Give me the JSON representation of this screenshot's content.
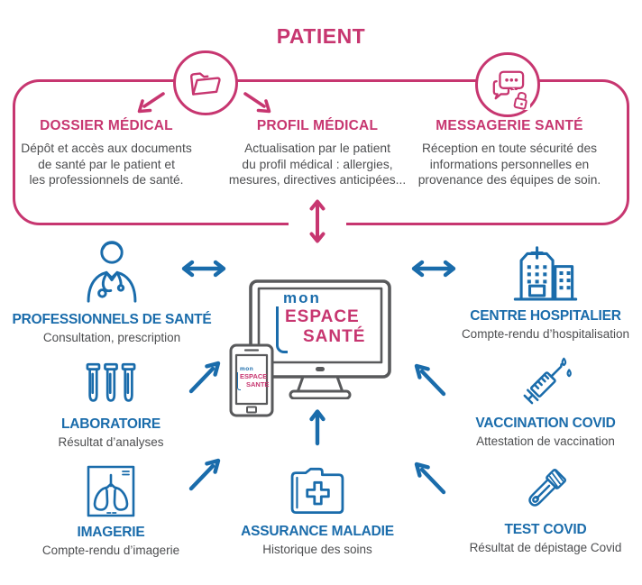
{
  "title": "PATIENT",
  "colors": {
    "pink": "#c73670",
    "blue": "#1a6cab",
    "text_gray": "#4d4e50",
    "device_gray": "#58595b"
  },
  "patient_box": {
    "icons": [
      {
        "name": "open-folder-icon",
        "color": "pink"
      },
      {
        "name": "chat-messages-lock-icon",
        "color": "pink"
      }
    ],
    "columns": [
      {
        "title": "DOSSIER MÉDICAL",
        "lines": [
          "Dépôt et accès aux documents",
          "de santé par le patient et",
          "les professionnels de santé."
        ]
      },
      {
        "title": "PROFIL MÉDICAL",
        "lines": [
          "Actualisation par le patient",
          "du profil médical : allergies,",
          "mesures, directives anticipées..."
        ]
      },
      {
        "title": "MESSAGERIE SANTÉ",
        "lines": [
          "Réception en toute sécurité des",
          "informations personnelles en",
          "provenance des équipes de soin."
        ]
      }
    ]
  },
  "center": {
    "name": "mon-espace-sante-platform",
    "devices": [
      "desktop-monitor",
      "smartphone"
    ],
    "logo": {
      "mon": "mon",
      "espace": "ESPACE",
      "sante": "SANTÉ"
    }
  },
  "entities": [
    {
      "id": "professionnels-de-sante",
      "icon": "doctor-icon",
      "title": "PROFESSIONNELS DE SANTÉ",
      "subtitle": "Consultation, prescription"
    },
    {
      "id": "centre-hospitalier",
      "icon": "hospital-icon",
      "title": "CENTRE HOSPITALIER",
      "subtitle": "Compte-rendu d’hospitalisation"
    },
    {
      "id": "laboratoire",
      "icon": "test-tubes-icon",
      "title": "LABORATOIRE",
      "subtitle": "Résultat d’analyses"
    },
    {
      "id": "vaccination-covid",
      "icon": "syringe-icon",
      "title": "VACCINATION COVID",
      "subtitle": "Attestation de vaccination"
    },
    {
      "id": "imagerie",
      "icon": "lungs-xray-icon",
      "title": "IMAGERIE",
      "subtitle": "Compte-rendu d’imagerie"
    },
    {
      "id": "assurance-maladie",
      "icon": "folder-cross-icon",
      "title": "ASSURANCE MALADIE",
      "subtitle": "Historique des soins"
    },
    {
      "id": "test-covid",
      "icon": "swab-tube-icon",
      "title": "TEST COVID",
      "subtitle": "Résultat de dépistage Covid"
    }
  ],
  "connections": [
    {
      "from": "patient-box",
      "to": "mon-espace-sante-platform",
      "arrow": "double",
      "color": "pink"
    },
    {
      "from": "professionnels-de-sante",
      "to": "mon-espace-sante-platform",
      "arrow": "double",
      "color": "blue"
    },
    {
      "from": "centre-hospitalier",
      "to": "mon-espace-sante-platform",
      "arrow": "double",
      "color": "blue"
    },
    {
      "from": "laboratoire",
      "to": "mon-espace-sante-platform",
      "arrow": "single",
      "color": "blue"
    },
    {
      "from": "vaccination-covid",
      "to": "mon-espace-sante-platform",
      "arrow": "single",
      "color": "blue"
    },
    {
      "from": "imagerie",
      "to": "mon-espace-sante-platform",
      "arrow": "single",
      "color": "blue"
    },
    {
      "from": "assurance-maladie",
      "to": "mon-espace-sante-platform",
      "arrow": "single",
      "color": "blue"
    },
    {
      "from": "test-covid",
      "to": "mon-espace-sante-platform",
      "arrow": "single",
      "color": "blue"
    }
  ]
}
